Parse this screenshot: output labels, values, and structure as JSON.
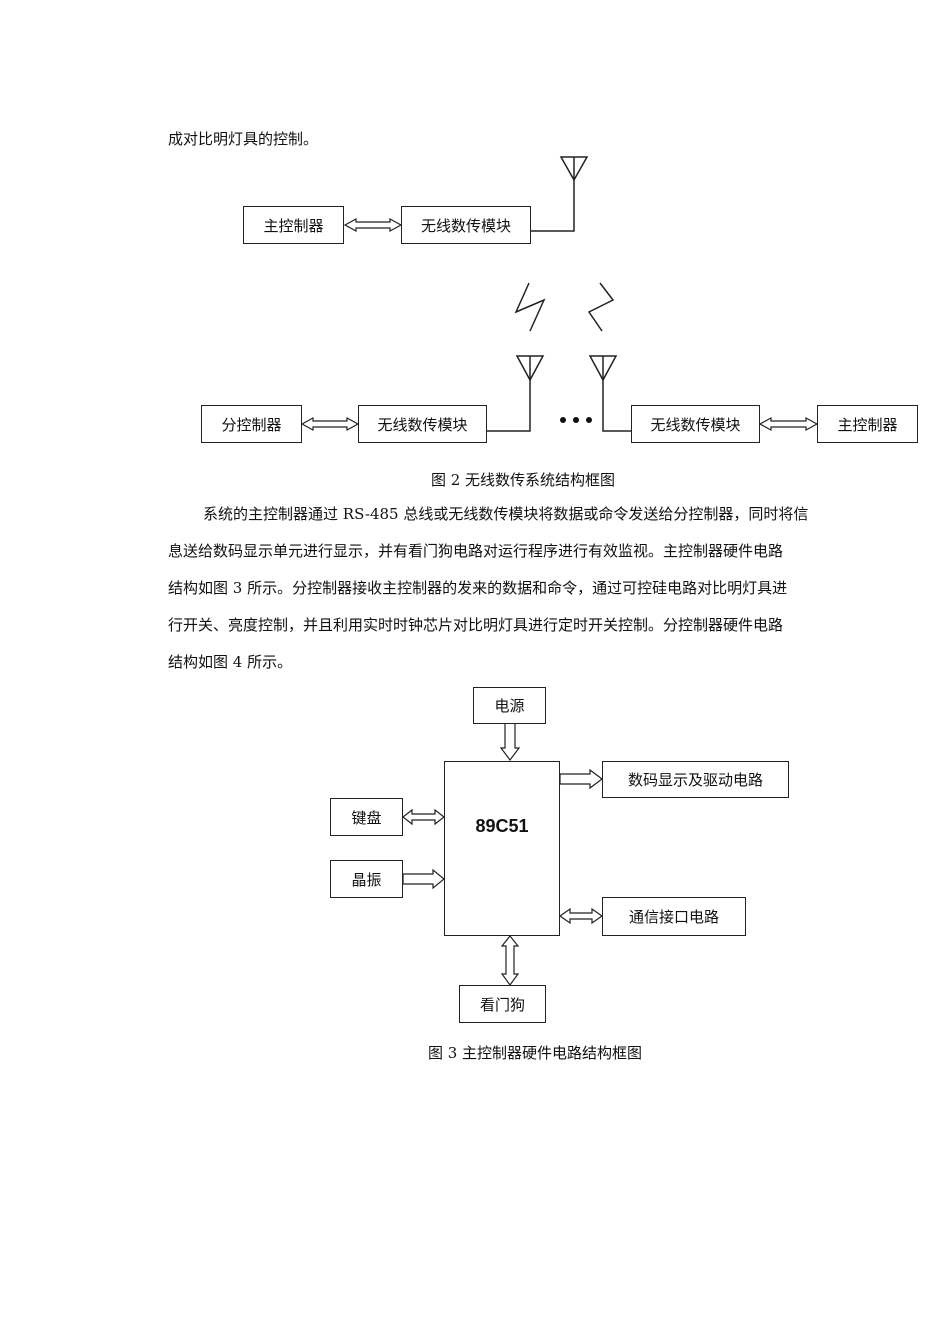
{
  "intro_line": "成对比明灯具的控制。",
  "figure2": {
    "main_controller_top": "主控制器",
    "wireless_module_top": "无线数传模块",
    "sub_controller": "分控制器",
    "wireless_module_left": "无线数传模块",
    "wireless_module_right": "无线数传模块",
    "main_controller_right": "主控制器",
    "caption": "图 2 无线数传系统结构框图"
  },
  "paragraph": [
    "系统的主控制器通过 RS-485 总线或无线数传模块将数据或命令发送给分控制器，同时将信",
    "息送给数码显示单元进行显示，并有看门狗电路对运行程序进行有效监视。主控制器硬件电路",
    "结构如图 3 所示。分控制器接收主控制器的发来的数据和命令，通过可控硅电路对比明灯具进",
    "行开关、亮度控制，并且利用实时时钟芯片对比明灯具进行定时开关控制。分控制器硬件电路",
    "结构如图 4 所示。"
  ],
  "figure3": {
    "power": "电源",
    "mcu": "89C51",
    "display": "数码显示及驱动电路",
    "keyboard": "键盘",
    "crystal": "晶振",
    "comm": "通信接口电路",
    "watchdog": "看门狗",
    "caption": "图 3  主控制器硬件电路结构框图"
  }
}
